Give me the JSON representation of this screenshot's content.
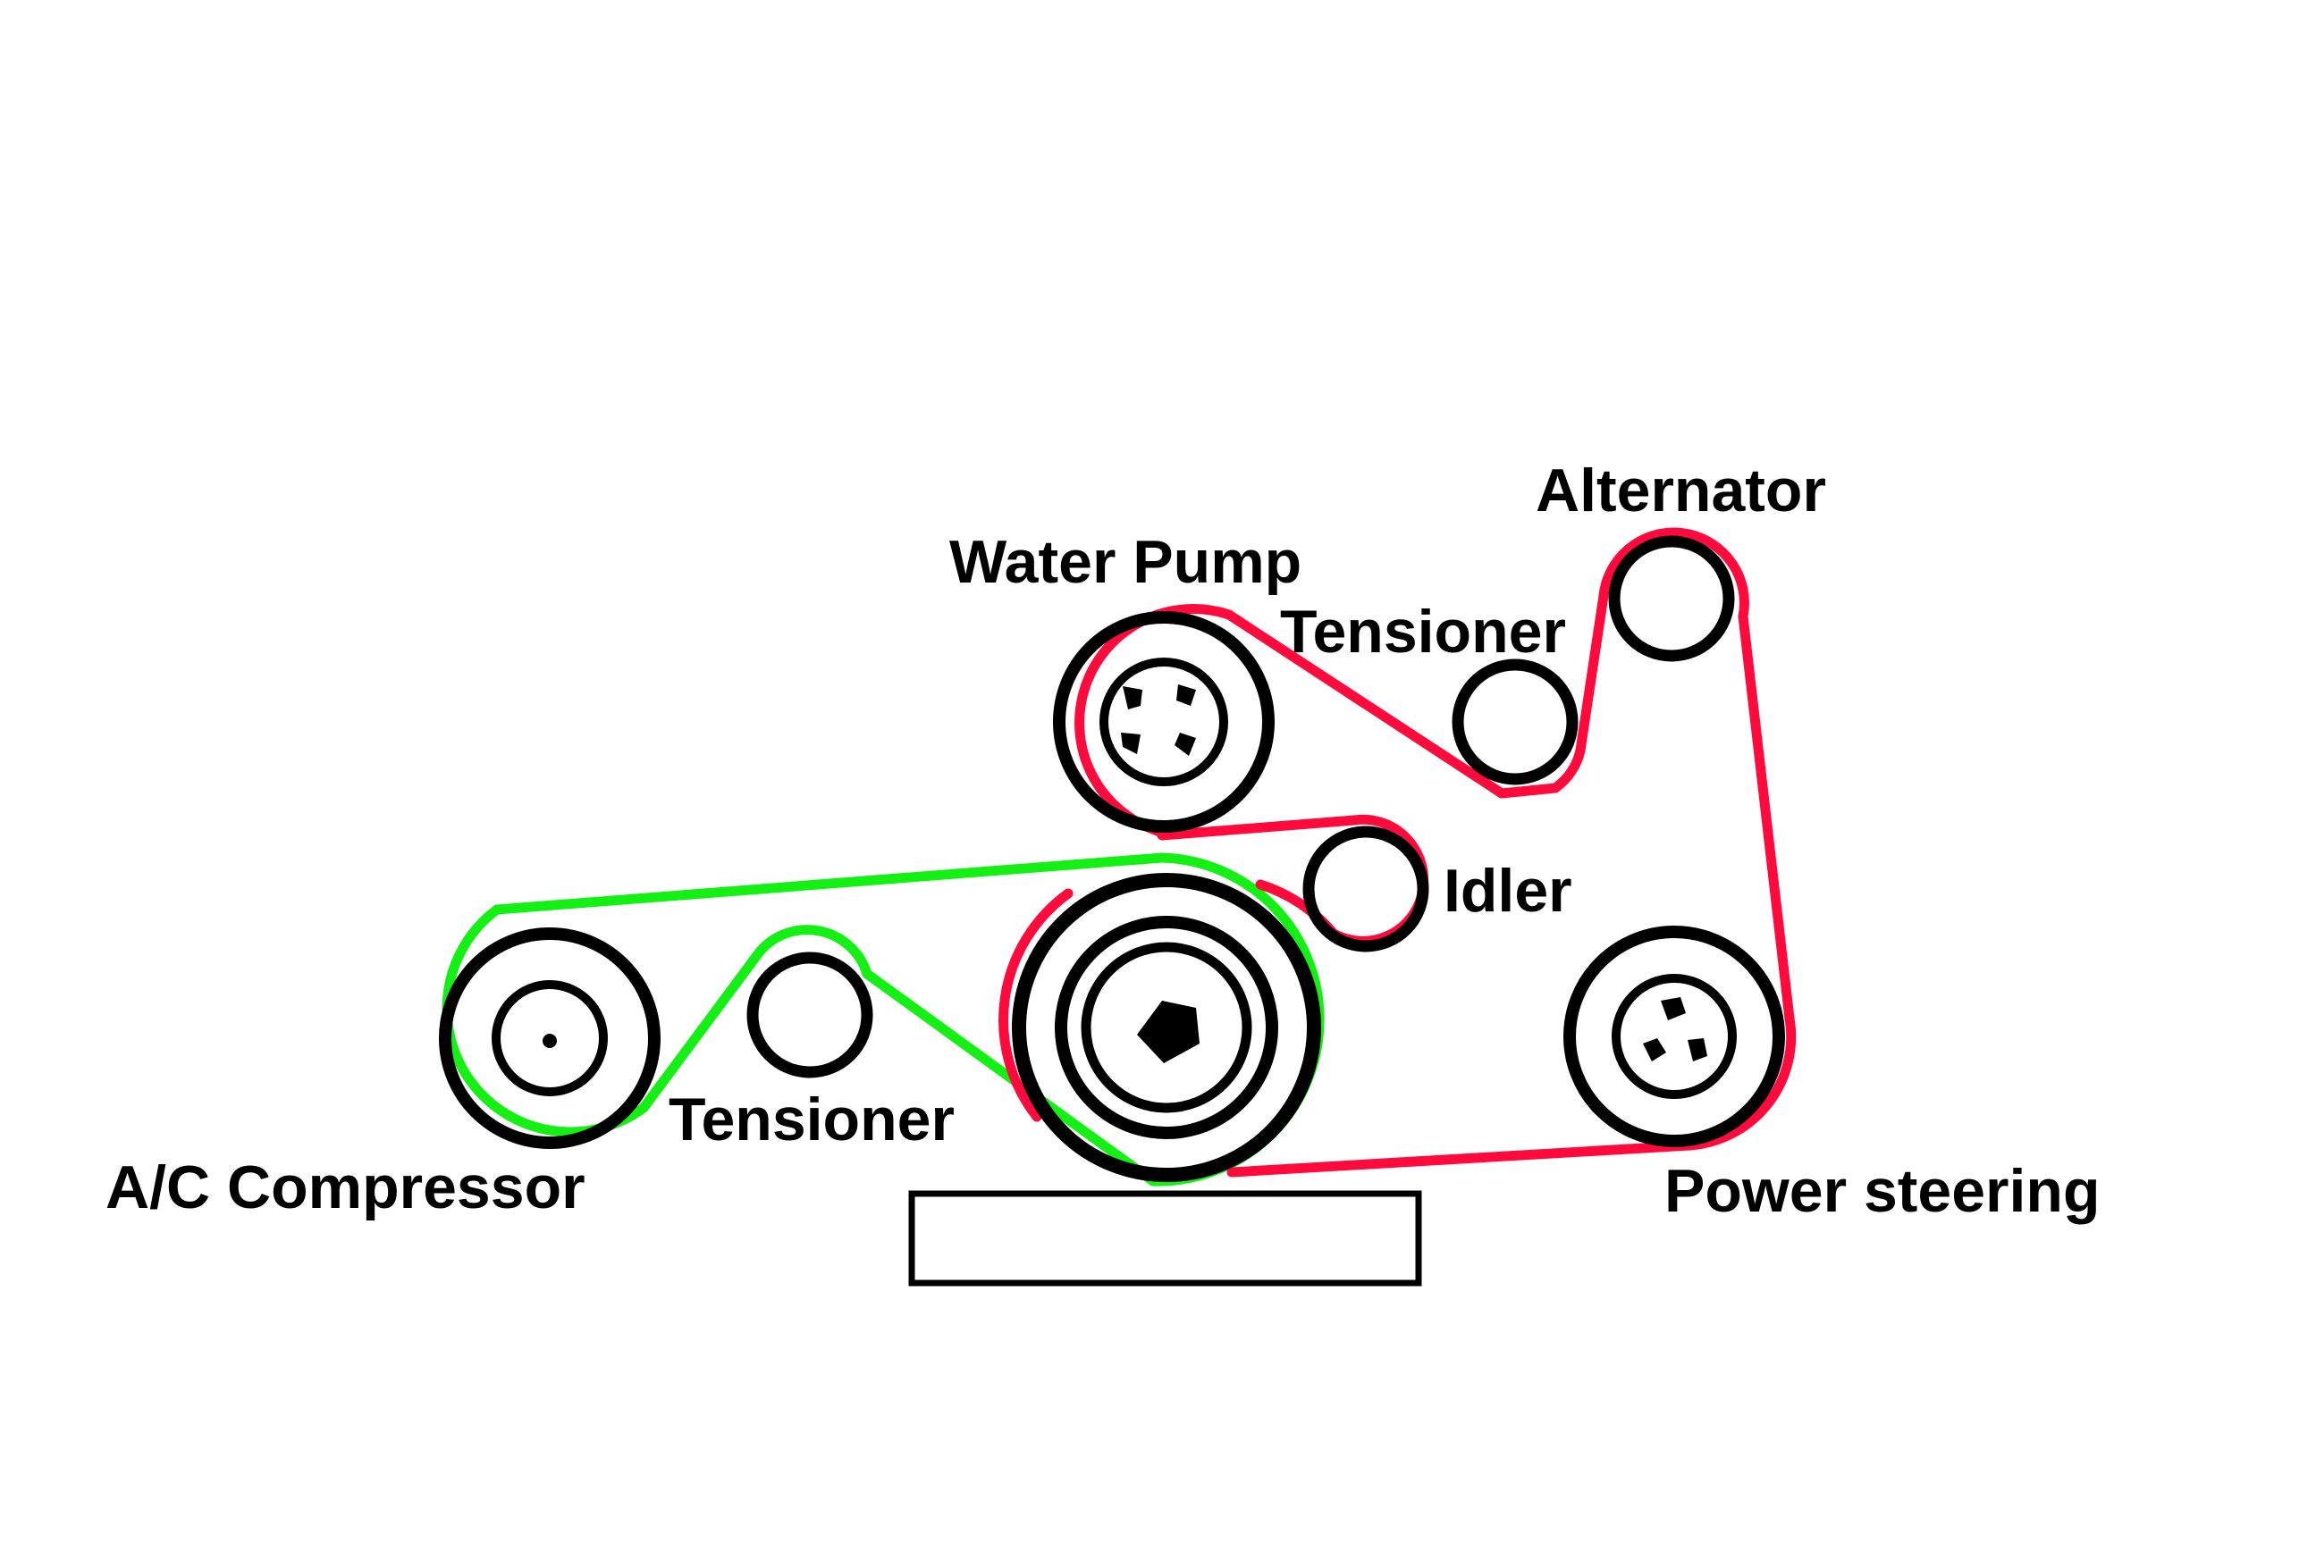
{
  "labels": {
    "alternator": "Alternator",
    "water_pump": "Water Pump",
    "upper_tensioner": "Tensioner",
    "idler": "Idler",
    "lower_tensioner": "Tensioner",
    "ac_compressor": "A/C Compressor",
    "power_steering": "Power steering"
  },
  "colors": {
    "red_belt": "#ff0a3c",
    "green_belt": "#14f014",
    "pulley_outline": "#000000",
    "background": "#ffffff"
  }
}
